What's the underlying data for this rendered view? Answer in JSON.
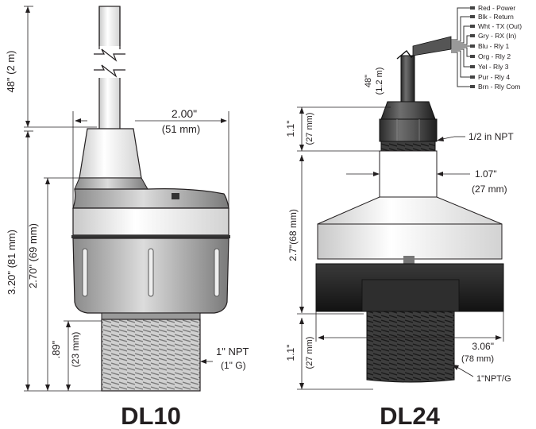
{
  "dl10": {
    "name": "DL10",
    "cable_length": "48\"  (2 m)",
    "width_in": "2.00\"",
    "width_mm": "(51 mm)",
    "total_height": "3.20\"  (81 mm)",
    "body_height": "2.70\"  (69 mm)",
    "thread_height_in": ".89\"",
    "thread_height_mm": "(23 mm)",
    "thread_in": "1\" NPT",
    "thread_g": "(1\" G)"
  },
  "dl24": {
    "name": "DL24",
    "cable_in": "48\"",
    "cable_mm": "(1.2 m)",
    "cap_height_in": "1.1\"",
    "cap_height_mm": "(27 mm)",
    "npt_label": "1/2 in NPT",
    "neck_width_in": "1.07\"",
    "neck_width_mm": "(27 mm)",
    "body_height": "2.7\"(68 mm)",
    "thread_height_in": "1.1\"",
    "thread_height_mm": "(27 mm)",
    "width_in": "3.06\"",
    "width_mm": "(78 mm)",
    "thread_label": "1\"NPT/G"
  },
  "wires": [
    {
      "label": "Red  -  Power"
    },
    {
      "label": "Blk  -  Return"
    },
    {
      "label": "Wht  -  TX (Out)"
    },
    {
      "label": "Gry  -  RX (In)"
    },
    {
      "label": "Blu  -  Rly 1"
    },
    {
      "label": "Org  -  Rly 2"
    },
    {
      "label": "Yel  -  Rly 3"
    },
    {
      "label": "Pur  -  Rly 4"
    },
    {
      "label": "Brn  -  Rly Com"
    }
  ]
}
